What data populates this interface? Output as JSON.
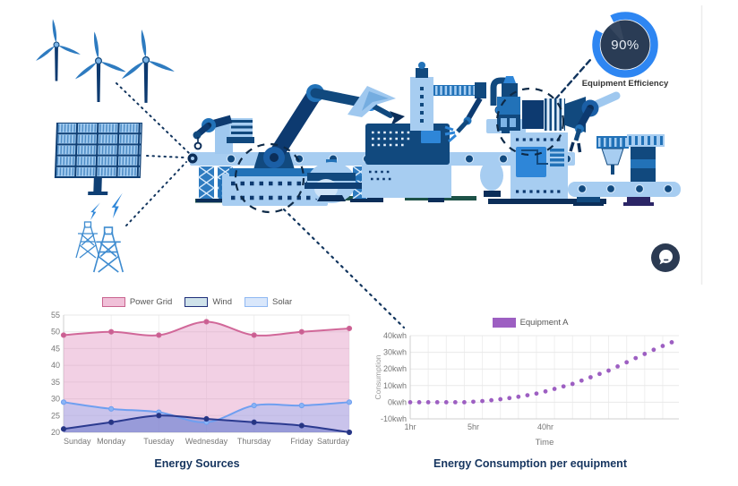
{
  "gauge": {
    "value": "90%",
    "label": "Equipment Efficiency",
    "ring_color": "#2e86f2",
    "center_color": "#2a3c55",
    "percent": 90
  },
  "chat_button": {
    "icon": "speech-bubble-icon",
    "color": "#2b3a52"
  },
  "illustration": {
    "accent_dark": "#0b2e59",
    "accent_mid": "#2272b8",
    "accent_light": "#a7cdf1"
  },
  "chart_data": [
    {
      "type": "area",
      "title": "Energy Sources",
      "categories": [
        "Sunday",
        "Monday",
        "Tuesday",
        "Wednesday",
        "Thursday",
        "Friday",
        "Saturday"
      ],
      "series": [
        {
          "name": "Power Grid",
          "values": [
            49,
            50,
            49,
            53,
            49,
            50,
            51
          ],
          "line": "#d16899",
          "point": "#c95f92",
          "fill": "rgba(227,150,196,0.45)",
          "legend_fill": "#f0c0d8",
          "legend_border": "#c9648f"
        },
        {
          "name": "Wind",
          "values": [
            21,
            23,
            25,
            24,
            23,
            22,
            20
          ],
          "line": "#2b3a8f",
          "point": "#26357f",
          "fill": "rgba(80,95,190,0.40)",
          "legend_fill": "#cfe2ea",
          "legend_border": "#1f2f7a"
        },
        {
          "name": "Solar",
          "values": [
            29,
            27,
            26,
            23,
            28,
            28,
            29
          ],
          "line": "#6f9ff0",
          "point": "#8ab4f5",
          "fill": "rgba(150,180,245,0.45)",
          "legend_fill": "#d9e7fb",
          "legend_border": "#8fb8f2"
        }
      ],
      "ylim": [
        20,
        55
      ],
      "ytick_step": 5,
      "grid": true,
      "legend_position": "top"
    },
    {
      "type": "scatter",
      "title": "Energy Consumption per equipment",
      "series_name": "Equipment A",
      "color": "#9d5fc2",
      "values": [
        0,
        0,
        0,
        0,
        0,
        0,
        0,
        0.3,
        0.7,
        1.2,
        1.8,
        2.5,
        3.3,
        4.2,
        5.2,
        6.5,
        8,
        9.5,
        11,
        13,
        15,
        17,
        19,
        21.5,
        24,
        26.5,
        29,
        31.5,
        33.8,
        36
      ],
      "x_ticks": [
        {
          "index": 0,
          "label": "1hr"
        },
        {
          "index": 7,
          "label": "5hr"
        },
        {
          "index": 15,
          "label": "40hr"
        }
      ],
      "y_ticks": [
        {
          "v": -10,
          "label": "-10kwh"
        },
        {
          "v": 0,
          "label": "0kwh"
        },
        {
          "v": 10,
          "label": "10kwh"
        },
        {
          "v": 20,
          "label": "20kwh"
        },
        {
          "v": 30,
          "label": "30kwh"
        },
        {
          "v": 40,
          "label": "40kwh"
        }
      ],
      "xlabel": "Time",
      "ylabel": "Consumption",
      "ylim": [
        -10,
        40
      ],
      "grid": true,
      "legend_position": "top"
    }
  ]
}
